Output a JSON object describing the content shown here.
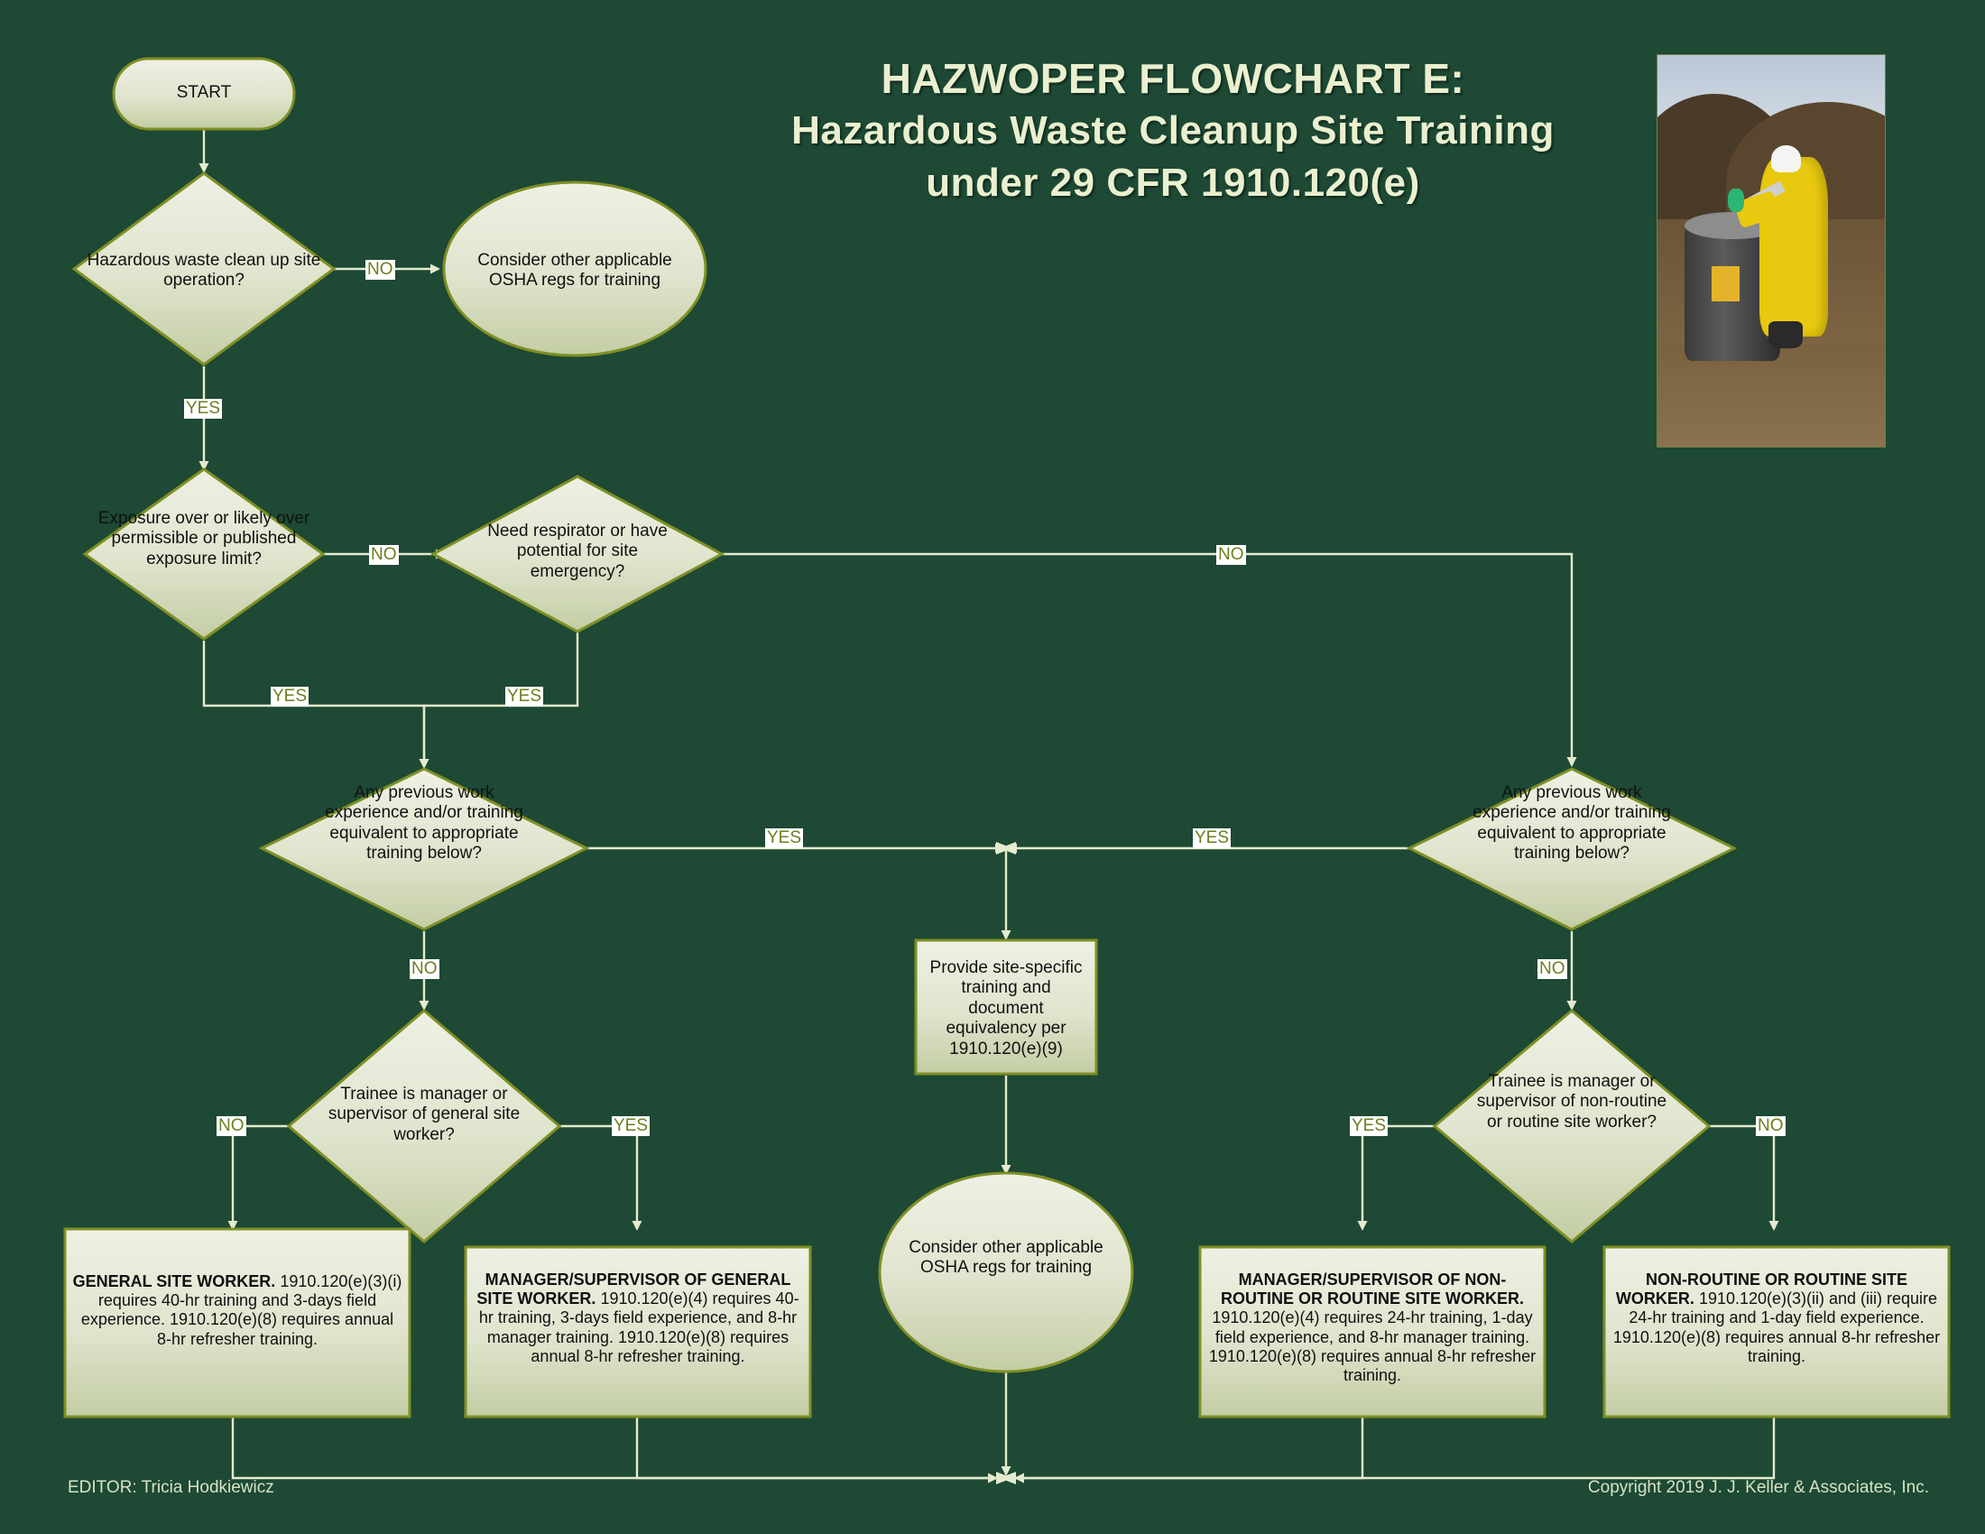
{
  "document": {
    "title_line1": "HAZWOPER FLOWCHART E:",
    "title_line2": "Hazardous Waste Cleanup Site Training",
    "title_line3": "under 29 CFR 1910.120(e)",
    "editor": "EDITOR: Tricia Hodkiewicz",
    "copyright": "Copyright 2019 J. J. Keller & Associates, Inc.",
    "background_color": "#1d4935",
    "node_fill": "#e3e7d2",
    "node_border": "#7f8f24",
    "title_color": "#eaf0cf",
    "label_text_color": "#6b7f1f"
  },
  "photo": {
    "alt": "worker-in-yellow-hazmat-suit-shoveling-soil-into-drum"
  },
  "nodes": {
    "start": "START",
    "q_hazwaste": "Hazardous waste clean up site operation?",
    "consider_top": "Consider other applicable OSHA regs for training",
    "q_exposure": "Exposure over or likely over permissible or published exposure limit?",
    "q_respirator": "Need respirator or have potential for site emergency?",
    "q_prev_left": "Any previous work experience and/or training equivalent to appropriate training below?",
    "q_prev_right": "Any previous work experience and/or training equivalent to appropriate training below?",
    "provide_sitespecific": "Provide site-specific training and document equivalency per 1910.120(e)(9)",
    "consider_center": "Consider other applicable OSHA regs for training",
    "q_trainee_left": "Trainee is manager or supervisor of general site worker?",
    "q_trainee_right": "Trainee is manager or supervisor of non-routine or routine site worker?",
    "general_site_worker_head": "GENERAL SITE WORKER.",
    "general_site_worker_body": "1910.120(e)(3)(i) requires 40-hr training and 3-days field experience. 1910.120(e)(8) requires annual 8-hr refresher training.",
    "mgr_general_head": "MANAGER/SUPERVISOR OF GENERAL SITE WORKER.",
    "mgr_general_body": "1910.120(e)(4) requires 40-hr training, 3-days field experience, and 8-hr manager training. 1910.120(e)(8) requires annual 8-hr refresher training.",
    "mgr_nonroutine_head": "MANAGER/SUPERVISOR OF NON-ROUTINE OR ROUTINE SITE WORKER.",
    "mgr_nonroutine_body": "1910.120(e)(4) requires 24-hr training, 1-day field experience, and 8-hr manager training. 1910.120(e)(8) requires annual 8-hr refresher training.",
    "nonroutine_head": "NON-ROUTINE OR ROUTINE SITE WORKER.",
    "nonroutine_body": "1910.120(e)(3)(ii) and (iii) require 24-hr training and 1-day field experience. 1910.120(e)(8) requires annual 8-hr refresher training."
  },
  "edge_labels": {
    "no_hazwaste": "NO",
    "yes_hazwaste": "YES",
    "no_exposure": "NO",
    "yes_exposure": "YES",
    "yes_respirator": "YES",
    "no_respirator": "NO",
    "yes_prev_left": "YES",
    "no_prev_left": "NO",
    "yes_prev_right": "YES",
    "no_prev_right": "NO",
    "no_trainee_left": "NO",
    "yes_trainee_left": "YES",
    "yes_trainee_right": "YES",
    "no_trainee_right": "NO"
  }
}
